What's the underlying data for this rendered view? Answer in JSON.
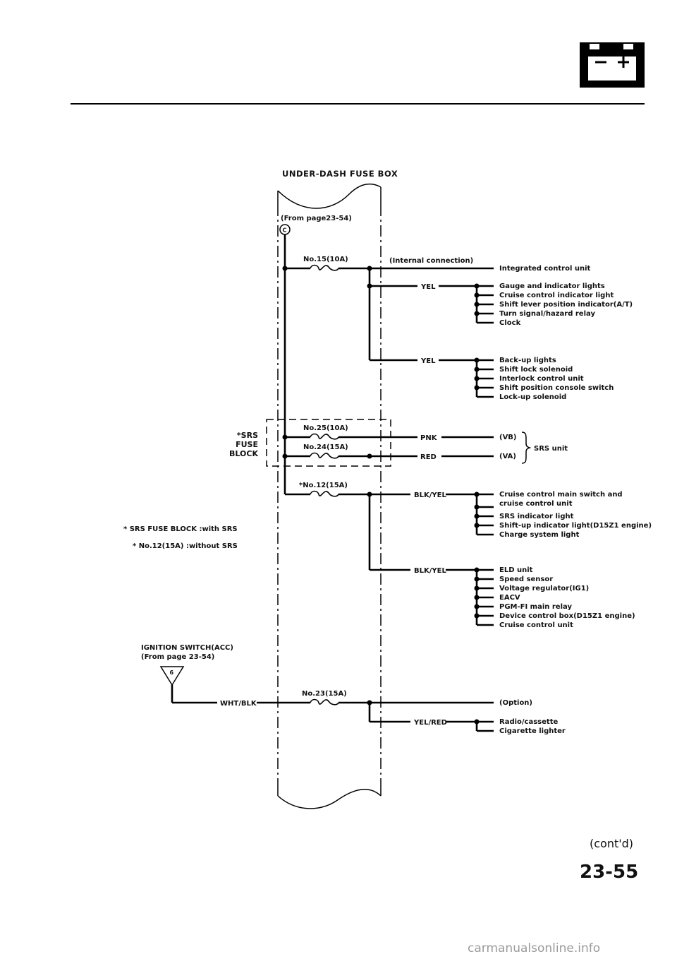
{
  "header": {
    "battery_icon": "battery-icon",
    "battery_symbols": "– +"
  },
  "fuse_box": {
    "title": "UNDER-DASH FUSE BOX",
    "from": "(From page23-54)",
    "connector": "C",
    "internal": "(Internal connection)"
  },
  "fuses": {
    "f15": "No.15(10A)",
    "f25": "No.25(10A)",
    "f24": "No.24(15A)",
    "f12": "*No.12(15A)",
    "f23": "No.23(15A)"
  },
  "srs_block": {
    "l1": "*SRS",
    "l2": "FUSE",
    "l3": "BLOCK"
  },
  "notes": {
    "n1": "* SRS FUSE BLOCK :with SRS",
    "n2": "* No.12(15A) :without SRS"
  },
  "ignition": {
    "l1": "IGNITION SWITCH(ACC)",
    "l2": "(From page 23-54)",
    "terminal": "6",
    "wire": "WHT/BLK"
  },
  "wires": {
    "yel1": "YEL",
    "yel2": "YEL",
    "pnk": "PNK",
    "red": "RED",
    "blkyel1": "BLK/YEL",
    "blkyel2": "BLK/YEL",
    "yelred": "YEL/RED"
  },
  "loads": {
    "integrated": "Integrated control unit",
    "group1": [
      "Gauge and indicator lights",
      "Cruise control indicator light",
      "Shift lever position indicator(A/T)",
      "Turn signal/hazard relay",
      "Clock"
    ],
    "group2": [
      "Back-up lights",
      "Shift lock solenoid",
      "Interlock control unit",
      "Shift position console switch",
      "Lock-up solenoid"
    ],
    "srs_vb": "(VB)",
    "srs_va": "(VA)",
    "srs_unit": "SRS unit",
    "group3": [
      "Cruise control main switch and",
      "cruise control unit",
      "SRS indicator light",
      "Shift-up indicator light(D15Z1 engine)",
      "Charge system light"
    ],
    "group4": [
      "ELD unit",
      "Speed sensor",
      "Voltage regulator(IG1)",
      "EACV",
      "PGM-FI main relay",
      "Device control box(D15Z1 engine)",
      "Cruise control unit"
    ],
    "option": "(Option)",
    "group5": [
      "Radio/cassette",
      "Cigarette lighter"
    ]
  },
  "footer": {
    "cont": "(cont'd)",
    "page": "23-55",
    "watermark": "carmanualsonline.info"
  }
}
